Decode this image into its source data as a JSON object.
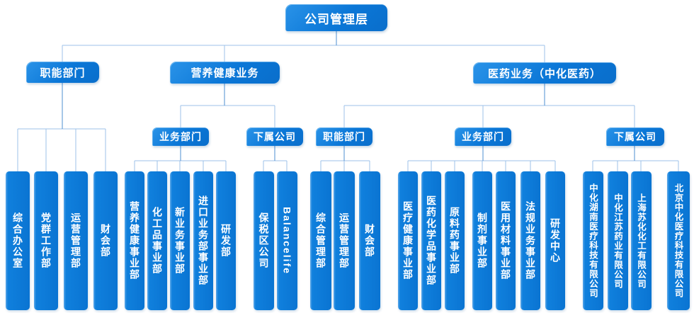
{
  "root": "公司管理层",
  "branches": [
    {
      "label": "职能部门",
      "departments": [
        "综合办公室",
        "党群工作部",
        "运营管理部",
        "财会部"
      ]
    },
    {
      "label": "营养健康业务",
      "groups": [
        {
          "label": "业务部门",
          "children": [
            "营养健康事业部",
            "化工品事业部",
            "新业务事业部",
            "进口业务部事业部",
            "研发部"
          ]
        },
        {
          "label": "下属公司",
          "children": [
            "保税区公司",
            "Balancelife"
          ]
        }
      ]
    },
    {
      "label": "医药业务（中化医药）",
      "groups": [
        {
          "label": "职能部门",
          "children": [
            "综合管理部",
            "运营管理部",
            "财会部"
          ]
        },
        {
          "label": "业务部门",
          "children": [
            "医疗健康事业部",
            "医药化学品事业部",
            "原料药事业部",
            "制剂事业部",
            "医用材料事业部",
            "法规业务事业部",
            "研发中心"
          ]
        },
        {
          "label": "下属公司",
          "children": [
            "中化湖南医疗科技有限公司",
            "中化江苏药业有限公司",
            "上海苏化化工有限公司",
            "北京中化医疗科技有限公司"
          ]
        }
      ]
    }
  ],
  "colors": {
    "box_blue": "#0b79d9",
    "box_highlight": "#6db2eb",
    "connector_light": "#9cc2ea",
    "connector_dark": "#4e8fd0",
    "text": "#ffffff"
  }
}
